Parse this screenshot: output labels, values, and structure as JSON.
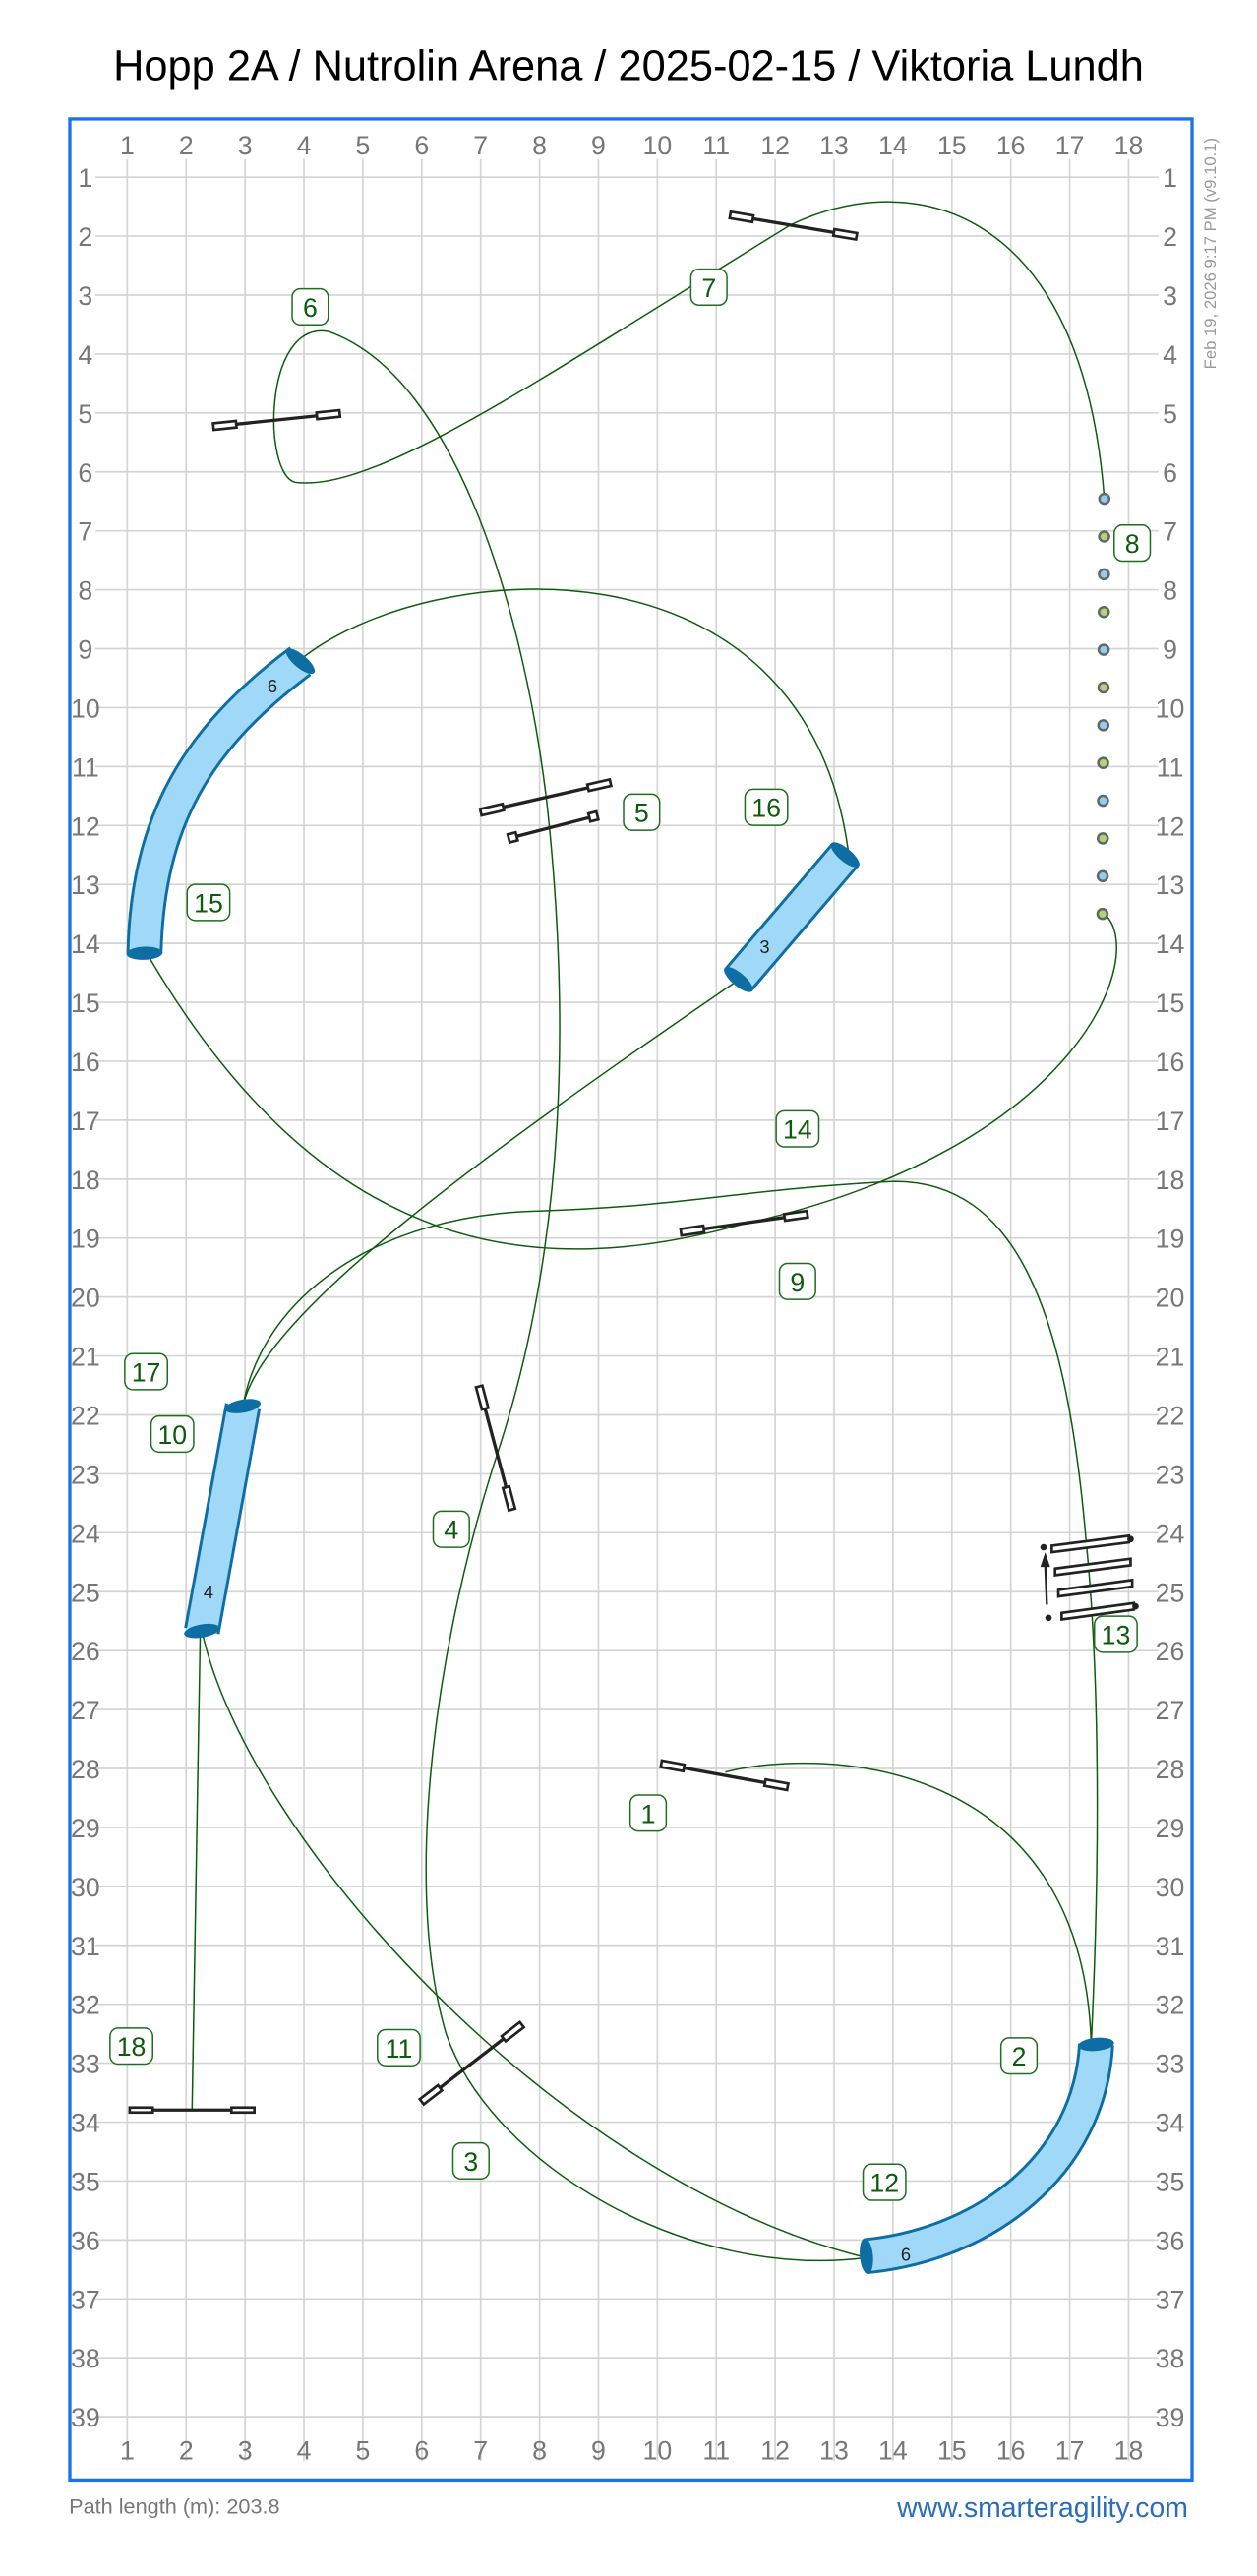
{
  "header": {
    "title": "Hopp 2A / Nutrolin Arena / 2025-02-15 / Viktoria Lundh"
  },
  "timestamp": "Feb 19, 2026 9:17 PM (v9.10.1)",
  "grid": {
    "columns": [
      "1",
      "2",
      "3",
      "4",
      "5",
      "6",
      "7",
      "8",
      "9",
      "10",
      "11",
      "12",
      "13",
      "14",
      "15",
      "16",
      "17",
      "18"
    ],
    "rows": [
      "1",
      "2",
      "3",
      "4",
      "5",
      "6",
      "7",
      "8",
      "9",
      "10",
      "11",
      "12",
      "13",
      "14",
      "15",
      "16",
      "17",
      "18",
      "19",
      "20",
      "21",
      "22",
      "23",
      "24",
      "25",
      "26",
      "27",
      "28",
      "29",
      "30",
      "31",
      "32",
      "33",
      "34",
      "35",
      "36",
      "37",
      "38",
      "39"
    ]
  },
  "sequence_labels": [
    "1",
    "2",
    "3",
    "4",
    "5",
    "6",
    "7",
    "8",
    "9",
    "10",
    "11",
    "12",
    "13",
    "14",
    "15",
    "16",
    "17",
    "18"
  ],
  "tunnels": [
    {
      "name": "tunnel-2-12",
      "length": "6"
    },
    {
      "name": "tunnel-15",
      "length": "6"
    },
    {
      "name": "tunnel-16",
      "length": "3"
    },
    {
      "name": "tunnel-10-17",
      "length": "4"
    }
  ],
  "weave_colors": [
    "#8fd0f0",
    "#b5d27a"
  ],
  "colors": {
    "border": "#1a73e8",
    "path": "#0d5c0d",
    "tunnel": "#a0d8f8",
    "link": "#2a6ebb"
  },
  "footer": {
    "path_length": "Path length (m): 203.8",
    "website": "www.smarteragility.com"
  }
}
